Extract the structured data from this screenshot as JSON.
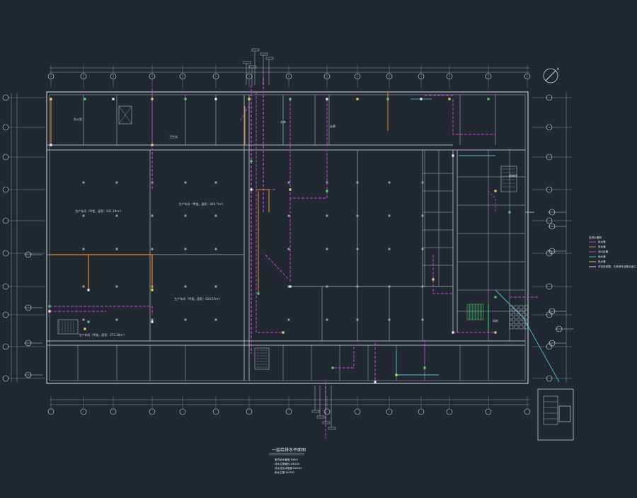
{
  "drawing": {
    "title": "一层给排水平面图",
    "notes": [
      "室内给水管道 DN50",
      "排水立管管径 DN100",
      "消火栓给水管道 DN100",
      "雨水立管 DN100"
    ],
    "legend": {
      "heading": "给排水图例",
      "items": [
        "给水管",
        "排水管",
        "消火栓管",
        "雨水管",
        "热水管",
        "详见系统图，与其他专业配合施工"
      ]
    },
    "room_labels": [
      "生产车间（甲类，面积：921.19m²）",
      "生产车间（甲类，面积：810.7m²）",
      "生产车间（甲类，面积：633.57m²）",
      "生产车间（甲类，面积：271.39m²）",
      "仓库",
      "办公室",
      "卫生间",
      "走廊",
      "机房",
      "楼梯间"
    ],
    "colors": {
      "background": "#212832",
      "wall": "#aeb5bd",
      "grid": "#8f97a0",
      "water_supply": "#c63fd3",
      "drainage": "#e08b2a",
      "equipment": "#41cbc0",
      "valve": "#d6d45a",
      "fixture": "#4fcf6a"
    }
  }
}
